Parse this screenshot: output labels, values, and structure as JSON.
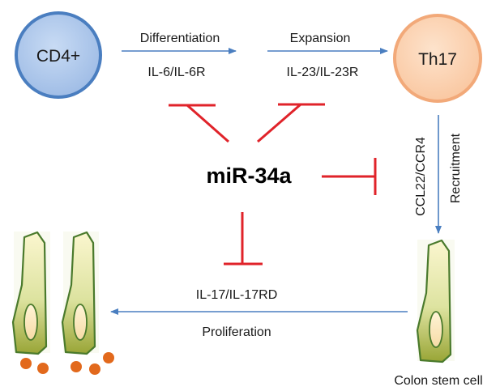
{
  "nodes": {
    "cd4": "CD4+",
    "th17": "Th17",
    "mir": "miR-34a",
    "colon_stem_cell": "Colon stem cell"
  },
  "edges": {
    "differentiation": {
      "process": "Differentiation",
      "mediator": "IL-6/IL-6R"
    },
    "expansion": {
      "process": "Expansion",
      "mediator": "IL-23/IL-23R"
    },
    "recruitment": {
      "mediator": "CCL22/CCR4",
      "process": "Recruitment"
    },
    "proliferation": {
      "mediator": "IL-17/IL-17RD",
      "process": "Proliferation"
    }
  },
  "colors": {
    "cd4_fill": "#a8c4ea",
    "cd4_stroke": "#4a7ec0",
    "th17_fill": "#fbd2b2",
    "th17_stroke": "#f2a979",
    "inhibition": "#e0232a",
    "flow_arrow": "#4a7ec0",
    "cell_outline": "#4a7a2c",
    "dots": "#e2691c"
  }
}
